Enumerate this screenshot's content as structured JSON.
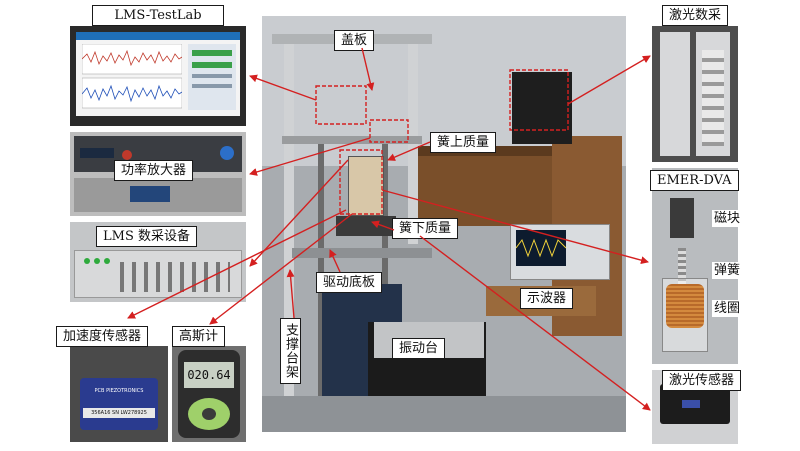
{
  "colors": {
    "arrow": "#d42020",
    "label_border": "#1a1a1a",
    "background": "#ffffff"
  },
  "labels": {
    "lms_testlab": "LMS-TestLab",
    "power_amplifier": "功率放大器",
    "lms_daq": "LMS 数采设备",
    "accelerometer": "加速度传感器",
    "gaussmeter": "高斯计",
    "cover_plate": "盖板",
    "spring_upper_mass": "簧上质量",
    "spring_lower_mass": "簧下质量",
    "drive_base_plate": "驱动底板",
    "support_frame": "支撑台架",
    "shaker": "振动台",
    "oscilloscope": "示波器",
    "laser_daq": "激光数采",
    "emer_dva": "EMER-DVA",
    "magnet": "磁块",
    "spring": "弹簧",
    "coil": "线圈",
    "laser_sensor": "激光传感器"
  },
  "photo_text": {
    "gauss_reading": "020.64",
    "pcb_brand": "PCB PIEZOTRONICS",
    "pcb_serial": "356A16  SN LW278925"
  }
}
